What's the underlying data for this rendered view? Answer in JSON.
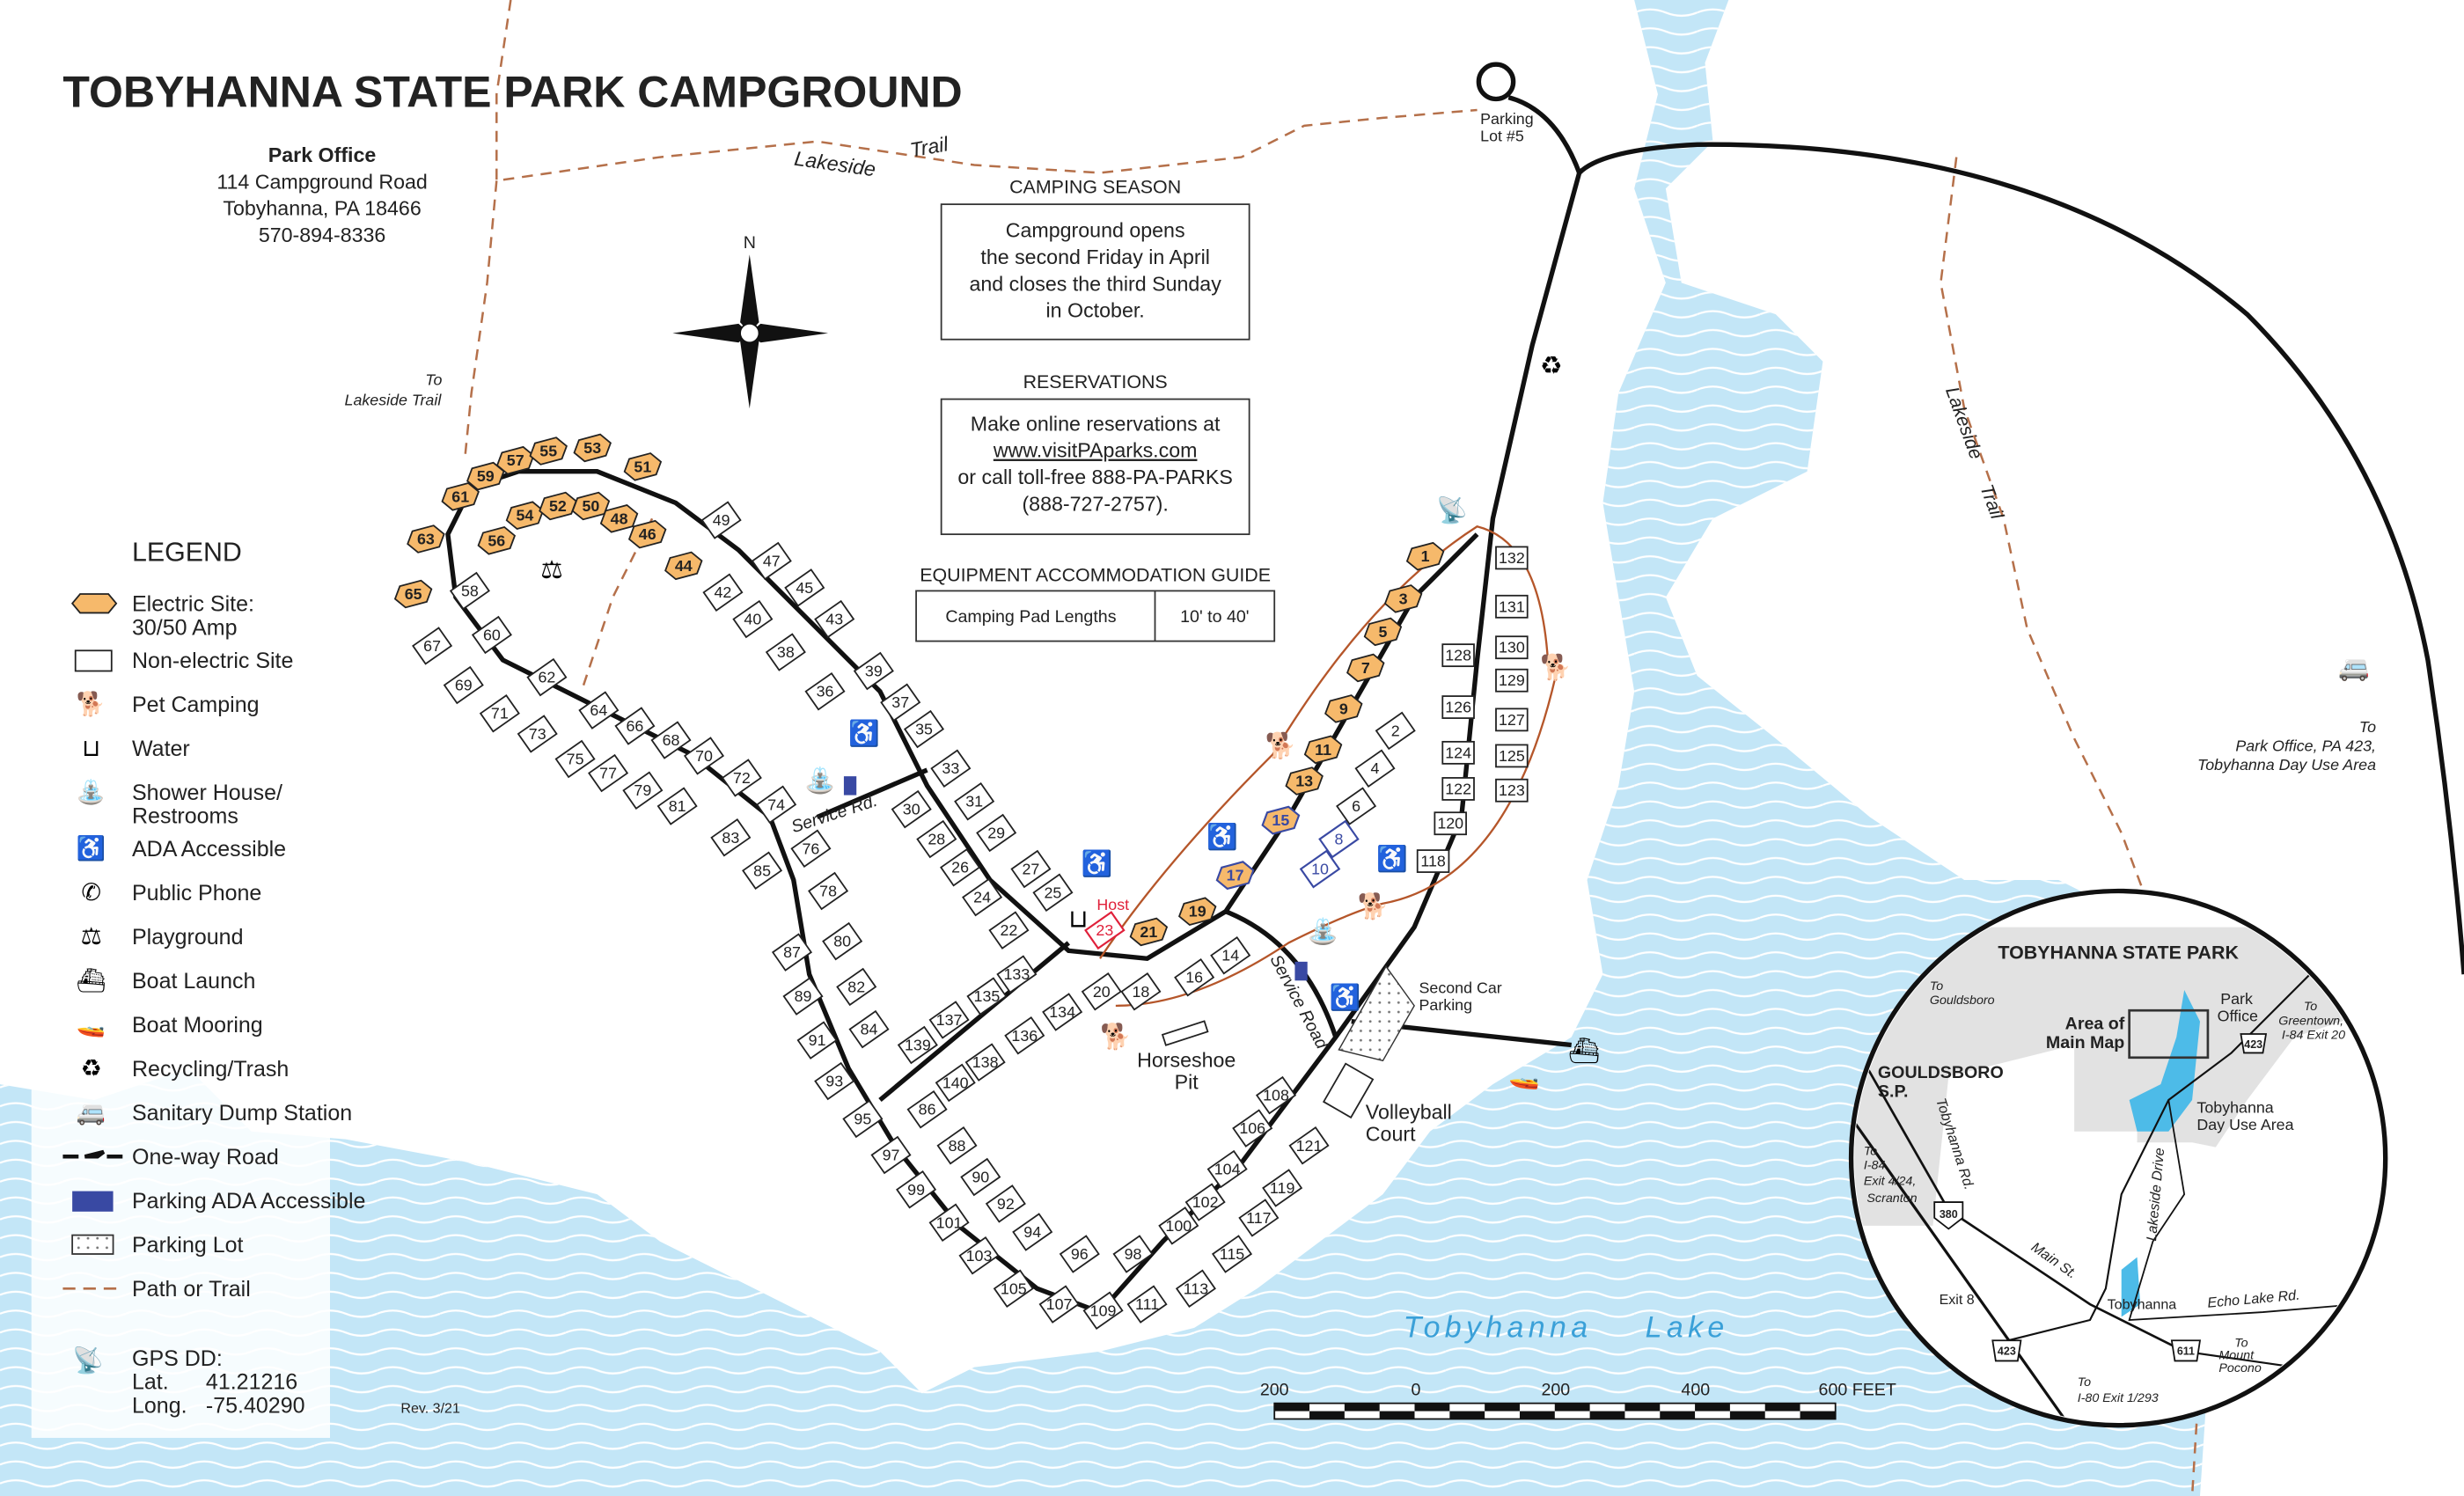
{
  "title": "TOBYHANNA STATE PARK CAMPGROUND",
  "park_office": {
    "heading": "Park Office",
    "address1": "114 Campground Road",
    "address2": "Tobyhanna, PA 18466",
    "phone": "570-894-8336"
  },
  "camping_season": {
    "heading": "CAMPING SEASON",
    "lines": [
      "Campground opens",
      "the second Friday in April",
      "and closes the third Sunday",
      "in October."
    ]
  },
  "reservations": {
    "heading": "RESERVATIONS",
    "lines": [
      "Make online reservations at",
      "www.visitPAparks.com",
      "or call toll-free 888-PA-PARKS",
      "(888-727-2757)."
    ]
  },
  "equipment": {
    "heading": "EQUIPMENT ACCOMMODATION GUIDE",
    "label": "Camping Pad Lengths",
    "value": "10' to 40'"
  },
  "compass": {
    "north": "N"
  },
  "legend": {
    "heading": "LEGEND",
    "items": [
      {
        "icon": "electric-site-icon",
        "label": "Electric Site:",
        "label2": "30/50 Amp"
      },
      {
        "icon": "non-electric-site-icon",
        "label": "Non-electric Site"
      },
      {
        "icon": "pet-camping-icon",
        "label": "Pet Camping"
      },
      {
        "icon": "water-icon",
        "label": "Water"
      },
      {
        "icon": "shower-house-icon",
        "label": "Shower House/",
        "label2": "Restrooms"
      },
      {
        "icon": "ada-icon",
        "label": "ADA Accessible"
      },
      {
        "icon": "phone-icon",
        "label": "Public Phone"
      },
      {
        "icon": "playground-icon",
        "label": "Playground"
      },
      {
        "icon": "boat-launch-icon",
        "label": "Boat Launch"
      },
      {
        "icon": "boat-mooring-icon",
        "label": "Boat Mooring"
      },
      {
        "icon": "recycling-icon",
        "label": "Recycling/Trash"
      },
      {
        "icon": "dump-station-icon",
        "label": "Sanitary Dump Station"
      },
      {
        "icon": "one-way-road-icon",
        "label": "One-way Road"
      },
      {
        "icon": "parking-ada-icon",
        "label": "Parking ADA Accessible"
      },
      {
        "icon": "parking-lot-icon",
        "label": "Parking Lot"
      },
      {
        "icon": "trail-icon",
        "label": "Path or Trail"
      }
    ],
    "gps": {
      "label": "GPS DD:",
      "lat_label": "Lat.",
      "lat": "41.21216",
      "long_label": "Long.",
      "long": "-75.40290"
    }
  },
  "revision": "Rev. 3/21",
  "colors": {
    "electric": "#f6b96b",
    "ada": "#3949a3",
    "host": "#e0203a",
    "trail": "#b5704a",
    "lake": "#c3e6f7"
  },
  "map_labels": {
    "lakeside_trail_top": "Lakeside",
    "lakeside_trail_top2": "Trail",
    "parking_lot_5": "Parking",
    "parking_lot_5b": "Lot #5",
    "to_lakeside_trail": "To",
    "to_lakeside_trail2": "Lakeside Trail",
    "service_rd": "Service Rd.",
    "host": "Host",
    "service_road": "Service Road",
    "horseshoe_pit": "Horseshoe",
    "horseshoe_pit2": "Pit",
    "second_car_parking": "Second Car",
    "second_car_parking2": "Parking",
    "volleyball": "Volleyball",
    "volleyball2": "Court",
    "lake": "Tobyhanna",
    "lake2": "Lake",
    "lakeside_trail_right": "Lakeside",
    "lakeside_trail_right2": "Trail",
    "to_park_office": "To",
    "to_park_office2": "Park Office, PA 423,",
    "to_park_office3": "Tobyhanna Day Use Area"
  },
  "scale": {
    "ticks": [
      "200",
      "0",
      "200",
      "400",
      "600 FEET"
    ]
  },
  "sites": [
    {
      "n": "63",
      "t": "e"
    },
    {
      "n": "65",
      "t": "e"
    },
    {
      "n": "61",
      "t": "e"
    },
    {
      "n": "59",
      "t": "e"
    },
    {
      "n": "57",
      "t": "e"
    },
    {
      "n": "55",
      "t": "e"
    },
    {
      "n": "53",
      "t": "e"
    },
    {
      "n": "51",
      "t": "e"
    },
    {
      "n": "56",
      "t": "e"
    },
    {
      "n": "54",
      "t": "e"
    },
    {
      "n": "52",
      "t": "e"
    },
    {
      "n": "50",
      "t": "e"
    },
    {
      "n": "48",
      "t": "e"
    },
    {
      "n": "46",
      "t": "e"
    },
    {
      "n": "44",
      "t": "e"
    },
    {
      "n": "1",
      "t": "e"
    },
    {
      "n": "3",
      "t": "e"
    },
    {
      "n": "5",
      "t": "e"
    },
    {
      "n": "7",
      "t": "e"
    },
    {
      "n": "9",
      "t": "e"
    },
    {
      "n": "11",
      "t": "e"
    },
    {
      "n": "13",
      "t": "e"
    },
    {
      "n": "15",
      "t": "a"
    },
    {
      "n": "17",
      "t": "a"
    },
    {
      "n": "19",
      "t": "e"
    },
    {
      "n": "21",
      "t": "e"
    },
    {
      "n": "23",
      "t": "h"
    },
    {
      "n": "8",
      "t": "b"
    },
    {
      "n": "10",
      "t": "b"
    },
    {
      "n": "58",
      "t": "n"
    },
    {
      "n": "60",
      "t": "n"
    },
    {
      "n": "62",
      "t": "n"
    },
    {
      "n": "67",
      "t": "n"
    },
    {
      "n": "69",
      "t": "n"
    },
    {
      "n": "71",
      "t": "n"
    },
    {
      "n": "73",
      "t": "n"
    },
    {
      "n": "75",
      "t": "n"
    },
    {
      "n": "77",
      "t": "n"
    },
    {
      "n": "79",
      "t": "n"
    },
    {
      "n": "81",
      "t": "n"
    },
    {
      "n": "83",
      "t": "n"
    },
    {
      "n": "85",
      "t": "n"
    },
    {
      "n": "64",
      "t": "n"
    },
    {
      "n": "66",
      "t": "n"
    },
    {
      "n": "68",
      "t": "n"
    },
    {
      "n": "70",
      "t": "n"
    },
    {
      "n": "72",
      "t": "n"
    },
    {
      "n": "74",
      "t": "n"
    },
    {
      "n": "76",
      "t": "n"
    },
    {
      "n": "78",
      "t": "n"
    },
    {
      "n": "80",
      "t": "n"
    },
    {
      "n": "82",
      "t": "n"
    },
    {
      "n": "84",
      "t": "n"
    },
    {
      "n": "87",
      "t": "n"
    },
    {
      "n": "89",
      "t": "n"
    },
    {
      "n": "91",
      "t": "n"
    },
    {
      "n": "93",
      "t": "n"
    },
    {
      "n": "95",
      "t": "n"
    },
    {
      "n": "97",
      "t": "n"
    },
    {
      "n": "99",
      "t": "n"
    },
    {
      "n": "101",
      "t": "n"
    },
    {
      "n": "103",
      "t": "n"
    },
    {
      "n": "105",
      "t": "n"
    },
    {
      "n": "107",
      "t": "n"
    },
    {
      "n": "109",
      "t": "n"
    },
    {
      "n": "111",
      "t": "n"
    },
    {
      "n": "96",
      "t": "n"
    },
    {
      "n": "98",
      "t": "n"
    },
    {
      "n": "113",
      "t": "n"
    },
    {
      "n": "115",
      "t": "n"
    },
    {
      "n": "117",
      "t": "n"
    },
    {
      "n": "119",
      "t": "n"
    },
    {
      "n": "121",
      "t": "n"
    },
    {
      "n": "100",
      "t": "n"
    },
    {
      "n": "102",
      "t": "n"
    },
    {
      "n": "104",
      "t": "n"
    },
    {
      "n": "106",
      "t": "n"
    },
    {
      "n": "108",
      "t": "n"
    },
    {
      "n": "86",
      "t": "n"
    },
    {
      "n": "88",
      "t": "n"
    },
    {
      "n": "90",
      "t": "n"
    },
    {
      "n": "92",
      "t": "n"
    },
    {
      "n": "94",
      "t": "n"
    },
    {
      "n": "139",
      "t": "n"
    },
    {
      "n": "140",
      "t": "n"
    },
    {
      "n": "138",
      "t": "n"
    },
    {
      "n": "137",
      "t": "n"
    },
    {
      "n": "136",
      "t": "n"
    },
    {
      "n": "135",
      "t": "n"
    },
    {
      "n": "134",
      "t": "n"
    },
    {
      "n": "133",
      "t": "n"
    },
    {
      "n": "22",
      "t": "n"
    },
    {
      "n": "24",
      "t": "n"
    },
    {
      "n": "26",
      "t": "n"
    },
    {
      "n": "28",
      "t": "n"
    },
    {
      "n": "30",
      "t": "n"
    },
    {
      "n": "27",
      "t": "n"
    },
    {
      "n": "25",
      "t": "n"
    },
    {
      "n": "29",
      "t": "n"
    },
    {
      "n": "31",
      "t": "n"
    },
    {
      "n": "33",
      "t": "n"
    },
    {
      "n": "35",
      "t": "n"
    },
    {
      "n": "37",
      "t": "n"
    },
    {
      "n": "39",
      "t": "n"
    },
    {
      "n": "36",
      "t": "n"
    },
    {
      "n": "38",
      "t": "n"
    },
    {
      "n": "40",
      "t": "n"
    },
    {
      "n": "42",
      "t": "n"
    },
    {
      "n": "43",
      "t": "n"
    },
    {
      "n": "45",
      "t": "n"
    },
    {
      "n": "47",
      "t": "n"
    },
    {
      "n": "49",
      "t": "n"
    },
    {
      "n": "2",
      "t": "n"
    },
    {
      "n": "4",
      "t": "n"
    },
    {
      "n": "6",
      "t": "n"
    },
    {
      "n": "14",
      "t": "n"
    },
    {
      "n": "16",
      "t": "n"
    },
    {
      "n": "18",
      "t": "n"
    },
    {
      "n": "20",
      "t": "n"
    },
    {
      "n": "118",
      "t": "n"
    },
    {
      "n": "120",
      "t": "n"
    },
    {
      "n": "122",
      "t": "n"
    },
    {
      "n": "124",
      "t": "n"
    },
    {
      "n": "123",
      "t": "n"
    },
    {
      "n": "125",
      "t": "n"
    },
    {
      "n": "126",
      "t": "n"
    },
    {
      "n": "127",
      "t": "n"
    },
    {
      "n": "128",
      "t": "n"
    },
    {
      "n": "129",
      "t": "n"
    },
    {
      "n": "130",
      "t": "n"
    },
    {
      "n": "131",
      "t": "n"
    },
    {
      "n": "132",
      "t": "n"
    }
  ],
  "inset": {
    "title": "TOBYHANNA  STATE PARK",
    "area_label": "Area of",
    "area_label2": "Main Map",
    "gouldsboro": "GOULDSBORO",
    "gouldsboro2": "S.P.",
    "to_gouldsboro": "To",
    "to_gouldsboro2": "Gouldsboro",
    "park_office": "Park",
    "park_office2": "Office",
    "to_greentown": "To",
    "to_greentown2": "Greentown,",
    "to_greentown3": "I-84 Exit 20",
    "day_use": "Tobyhanna",
    "day_use2": "Day Use Area",
    "to_i84": "To",
    "to_i84b": "I-84",
    "to_i84c": "Exit 4/24,",
    "to_i84d": "Scranton",
    "tobyhanna_rd": "Tobyhanna Rd.",
    "main_st": "Main St.",
    "lakeside_drive": "Lakeside Drive",
    "exit8": "Exit 8",
    "tobyhanna": "Tobyhanna",
    "echo_lake": "Echo Lake Rd.",
    "to_pocono": "To",
    "to_pocono2": "Mount",
    "to_pocono3": "Pocono",
    "to_i80": "To",
    "to_i80b": "I-80 Exit 1/293",
    "shield_380": "380",
    "shield_423a": "423",
    "shield_423b": "423",
    "shield_611": "611"
  }
}
